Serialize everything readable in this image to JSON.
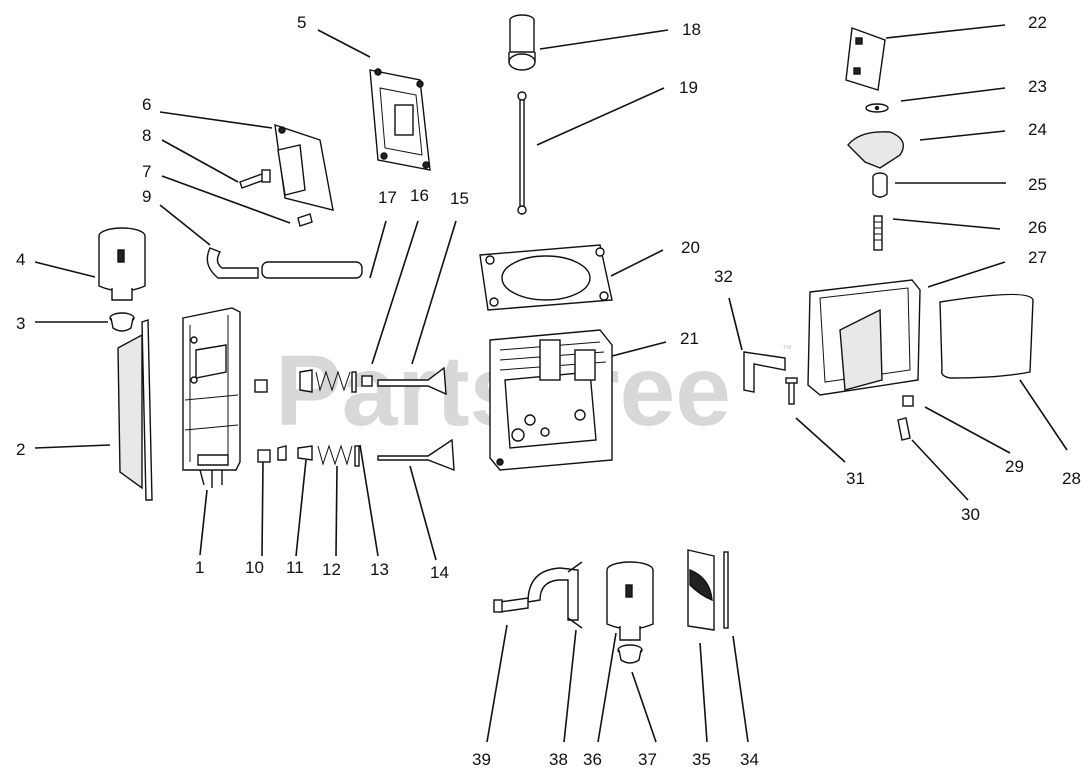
{
  "watermark": {
    "text": "PartsTree",
    "trademark": "™"
  },
  "callouts": [
    {
      "num": "1"
    },
    {
      "num": "2"
    },
    {
      "num": "3"
    },
    {
      "num": "4"
    },
    {
      "num": "5"
    },
    {
      "num": "6"
    },
    {
      "num": "7"
    },
    {
      "num": "8"
    },
    {
      "num": "9"
    },
    {
      "num": "10"
    },
    {
      "num": "11"
    },
    {
      "num": "12"
    },
    {
      "num": "13"
    },
    {
      "num": "14"
    },
    {
      "num": "15"
    },
    {
      "num": "16"
    },
    {
      "num": "17"
    },
    {
      "num": "18"
    },
    {
      "num": "19"
    },
    {
      "num": "20"
    },
    {
      "num": "21"
    },
    {
      "num": "22"
    },
    {
      "num": "23"
    },
    {
      "num": "24"
    },
    {
      "num": "25"
    },
    {
      "num": "26"
    },
    {
      "num": "27"
    },
    {
      "num": "28"
    },
    {
      "num": "29"
    },
    {
      "num": "30"
    },
    {
      "num": "31"
    },
    {
      "num": "32"
    },
    {
      "num": "34"
    },
    {
      "num": "35"
    },
    {
      "num": "36"
    },
    {
      "num": "37"
    },
    {
      "num": "38"
    },
    {
      "num": "39"
    }
  ]
}
